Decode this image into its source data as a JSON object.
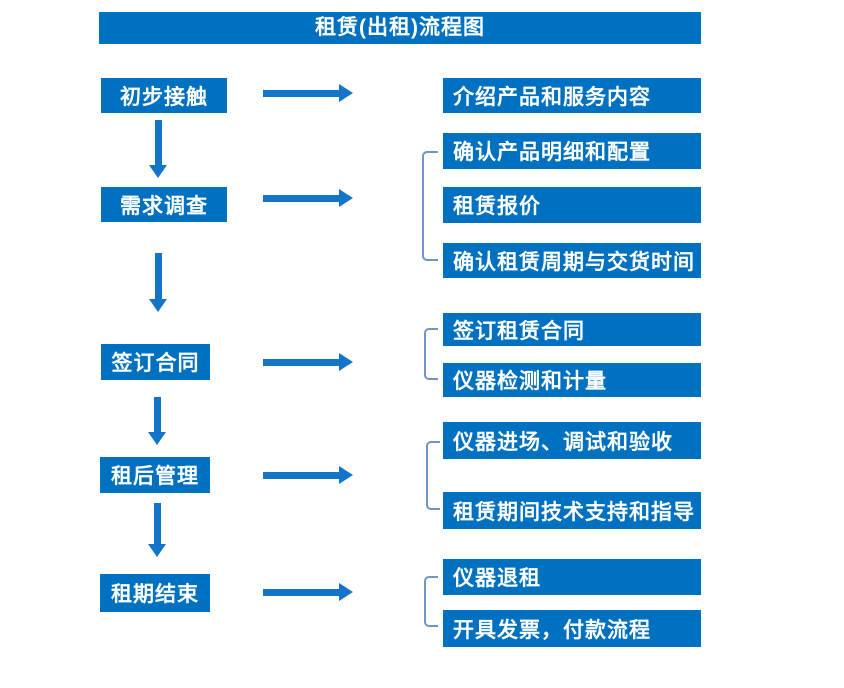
{
  "title": "租赁(出租)流程图",
  "colors": {
    "box_fill": "#0070C0",
    "arrow_fill": "#1374C8",
    "bracket_stroke": "#6F94C6",
    "text_color": "#FFFFFF",
    "bg": "#FFFFFF"
  },
  "flow": [
    {
      "step": "初步接触",
      "details": [
        "介绍产品和服务内容"
      ]
    },
    {
      "step": "需求调查",
      "details": [
        "确认产品明细和配置",
        "租赁报价",
        "确认租赁周期与交货时间"
      ]
    },
    {
      "step": "签订合同",
      "details": [
        "签订租赁合同",
        "仪器检测和计量"
      ]
    },
    {
      "step": "租后管理",
      "details": [
        "仪器进场、调试和验收",
        "租赁期间技术支持和指导"
      ]
    },
    {
      "step": "租期结束",
      "details": [
        "仪器退租",
        "开具发票，付款流程"
      ]
    }
  ]
}
